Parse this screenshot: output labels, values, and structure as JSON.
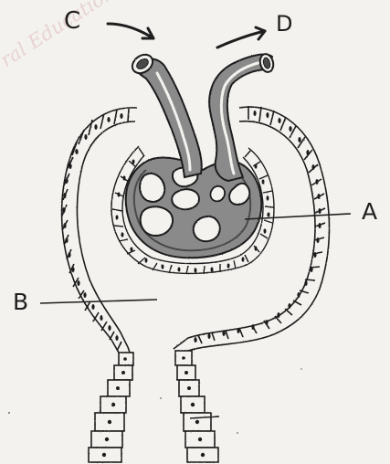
{
  "labels": {
    "c": "C",
    "d": "D",
    "a": "A",
    "b": "B"
  },
  "watermark": {
    "text": "ral Education"
  },
  "colors": {
    "ink": "#1e1e1e",
    "tube_shade": "#8a8a8a",
    "paper": "#f3f2ef",
    "watermark": "#d28c8c"
  }
}
